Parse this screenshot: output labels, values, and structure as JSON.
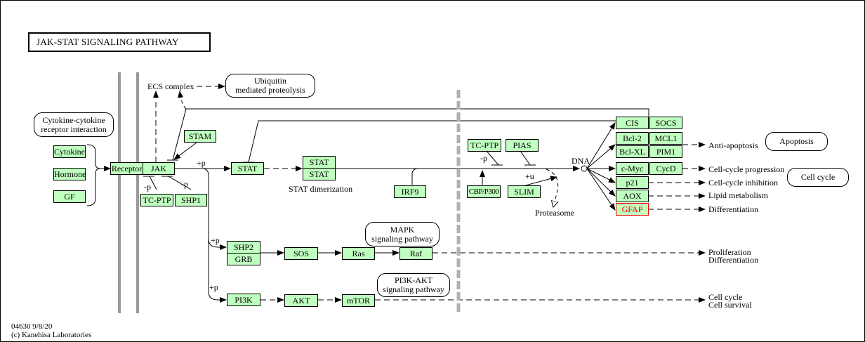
{
  "title": "JAK-STAT SIGNALING PATHWAY",
  "footer": {
    "id_date": "04630 9/8/20",
    "copyright": "(c) Kanehisa Laboratories"
  },
  "maps": {
    "cytokine": "Cytokine-cytokine receptor interaction",
    "ubiquitin_l1": "Ubiquitin",
    "ubiquitin_l2": "mediated proteolysis",
    "mapk_l1": "MAPK",
    "mapk_l2": "signaling pathway",
    "pi3k_l1": "PI3K-AKT",
    "pi3k_l2": "signaling pathway",
    "apoptosis": "Apoptosis",
    "cellcycle": "Cell cycle"
  },
  "genes": {
    "cytokine": "Cytokine",
    "hormone": "Hormone",
    "gf": "GF",
    "receptor": "Receptor",
    "jak": "JAK",
    "stam": "STAM",
    "tcptp1": "TC-PTP",
    "shp1": "SHP1",
    "stat": "STAT",
    "stat_a": "STAT",
    "stat_b": "STAT",
    "irf9": "IRF9",
    "tcptp2": "TC-PTP",
    "pias": "PIAS",
    "cbp": "CBP/P300",
    "slim": "SLIM",
    "cis": "CIS",
    "socs": "SOCS",
    "bcl2": "Bcl-2",
    "mcl1": "MCL1",
    "bclxl": "Bcl-XL",
    "pim1": "PIM1",
    "cmyc": "c-Myc",
    "cycd": "CycD",
    "p21": "p21",
    "aox": "AOX",
    "gfap": "GFAP",
    "shp2": "SHP2",
    "grb": "GRB",
    "sos": "SOS",
    "ras": "Ras",
    "raf": "Raf",
    "pi3k": "PI3K",
    "akt": "AKT",
    "mtor": "mTOR"
  },
  "labels": {
    "ecs": "ECS complex",
    "stat_dimer": "STAT dimerization",
    "dna": "DNA",
    "proteasome": "Proteasome",
    "p_plus1": "+p",
    "p_plus2": "+p",
    "p_plus3": "+p",
    "p_minus1": "-p",
    "p_minus2": "-p",
    "p_minus3": "-p",
    "u_plus": "+u"
  },
  "outcomes": {
    "anti_apoptosis": "Anti-apoptosis",
    "cc_progression": "Cell-cycle progression",
    "cc_inhibition": "Cell-cycle inhibition",
    "lipid": "Lipid metabolism",
    "differentiation": "Differentiation",
    "prolif_l1": "Proliferation",
    "prolif_l2": "Differentiation",
    "survival_l1": "Cell cycle",
    "survival_l2": "Cell survival"
  },
  "colors": {
    "gene_fill": "#bfffbf",
    "highlight": "#ff0000",
    "membrane": "#999999"
  }
}
